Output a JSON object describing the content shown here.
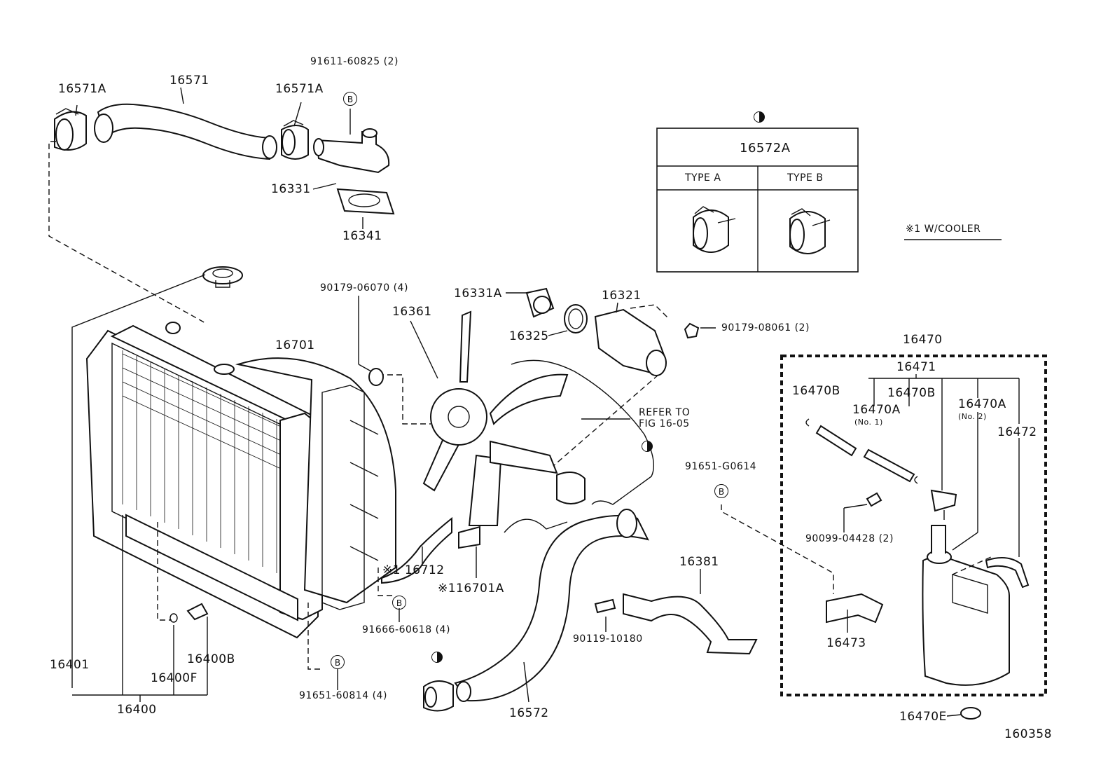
{
  "diagram_id": "160358",
  "legend": {
    "title": "16572A",
    "type_a": "TYPE A",
    "type_b": "TYPE B"
  },
  "note": "※1 W/COOLER",
  "refer": {
    "line1": "REFER TO",
    "line2": "FIG 16-05"
  },
  "bolt_marker": "B",
  "labels": {
    "p16571a_left": "16571A",
    "p16571": "16571",
    "p16571a_right": "16571A",
    "p91611": "91611-60825 (2)",
    "p16331": "16331",
    "p16341": "16341",
    "p90179_06070": "90179-06070 (4)",
    "p16361": "16361",
    "p16331a": "16331A",
    "p16325": "16325",
    "p16321": "16321",
    "p90179_08061": "90179-08061 (2)",
    "p16701": "16701",
    "p16712": "※1 16712",
    "p16701a": "※116701A",
    "p91666": "91666-60618 (4)",
    "p91651_g0614": "91651-G0614",
    "p16381": "16381",
    "p90119": "90119-10180",
    "p16572": "16572",
    "p16401": "16401",
    "p16400b": "16400B",
    "p16400f": "16400F",
    "p16400": "16400",
    "p91651_60814": "91651-60814 (4)",
    "p16470": "16470",
    "p16471": "16471",
    "p16470b_left": "16470B",
    "p16470b_right": "16470B",
    "p16470a_left": "16470A",
    "p16470a_left_no": "(No. 1)",
    "p16470a_right": "16470A",
    "p16470a_right_no": "(No. 2)",
    "p16472": "16472",
    "p90099": "90099-04428 (2)",
    "p16473": "16473",
    "p16470e": "16470E"
  }
}
